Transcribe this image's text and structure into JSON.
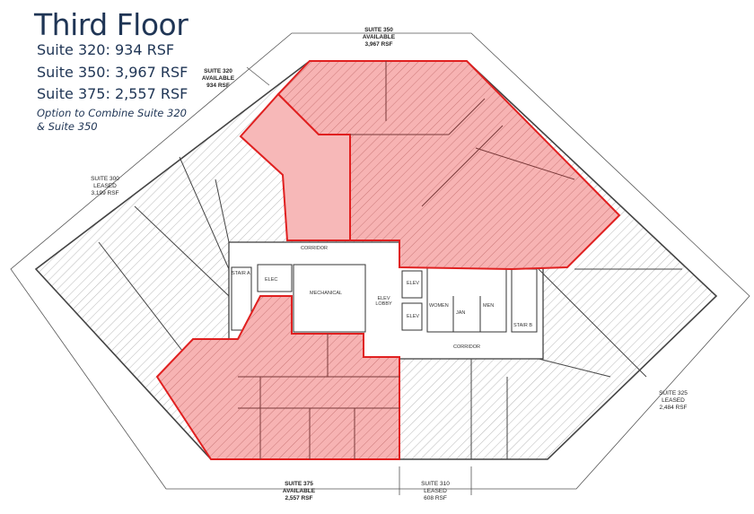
{
  "header": {
    "title": "Third Floor",
    "suites": [
      "Suite 320: 934 RSF",
      "Suite 350: 3,967 RSF",
      "Suite 375: 2,557 RSF"
    ],
    "note": "Option to Combine Suite 320 & Suite 350"
  },
  "plan_labels": {
    "suite_350": {
      "name": "SUITE 350",
      "status": "AVAILABLE",
      "area": "3,967 RSF"
    },
    "suite_320": {
      "name": "SUITE 320",
      "status": "AVAILABLE",
      "area": "934 RSF"
    },
    "suite_300": {
      "name": "SUITE 300",
      "status": "LEASED",
      "area": "3,199 RSF"
    },
    "suite_325": {
      "name": "SUITE 325",
      "status": "LEASED",
      "area": "2,484 RSF"
    },
    "suite_375": {
      "name": "SUITE 375",
      "status": "AVAILABLE",
      "area": "2,557 RSF"
    },
    "suite_310": {
      "name": "SUITE 310",
      "status": "LEASED",
      "area": "608 RSF"
    }
  },
  "rooms": {
    "corridor_top": "CORRIDOR",
    "corridor_bottom": "CORRIDOR",
    "stair_a": "STAIR A",
    "stair_b": "STAIR B",
    "elec": "ELEC",
    "mechanical": "MECHANICAL",
    "elev_lobby": "ELEV LOBBY",
    "elev1": "ELEV",
    "elev2": "ELEV",
    "women": "WOMEN",
    "jan": "JAN",
    "men": "MEN"
  },
  "colors": {
    "available": "#f4a6a6",
    "available_border": "#e02020",
    "title": "#1f3555"
  }
}
